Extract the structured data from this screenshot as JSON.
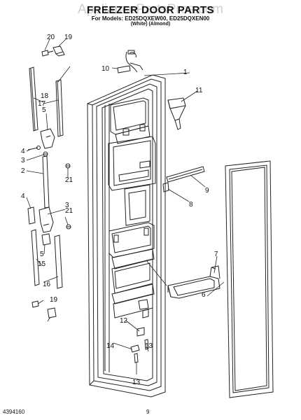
{
  "header": {
    "title": "FREEZER DOOR PARTS",
    "models": "For Models: ED25DQXEW00, ED25DQXEN00",
    "variants": "(White)          (Almond)"
  },
  "watermark": "AppliancePartsPros.com",
  "footer": {
    "doc_number": "4394160",
    "page_number": "9"
  },
  "callouts": [
    "1",
    "2",
    "3",
    "3",
    "4",
    "4",
    "5",
    "5",
    "6",
    "7",
    "8",
    "9",
    "10",
    "11",
    "12",
    "13",
    "13",
    "14",
    "15",
    "16",
    "17",
    "18",
    "19",
    "19",
    "20",
    "21",
    "21"
  ]
}
